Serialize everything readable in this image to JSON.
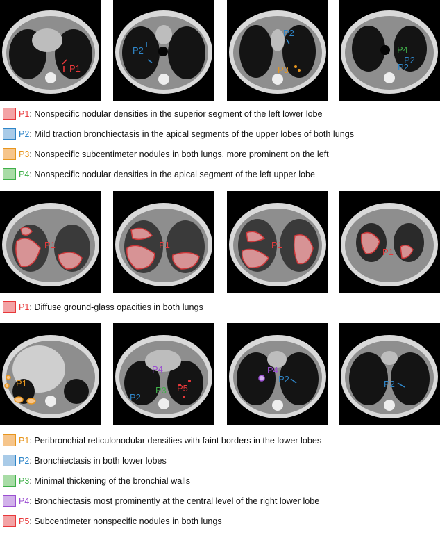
{
  "colors": {
    "red": "#e8383a",
    "blue": "#2f86c9",
    "orange": "#e8961e",
    "green": "#40b04a",
    "purple": "#9b4fd1",
    "red_fill": "#f3a3a5",
    "blue_fill": "#a9cbe8",
    "orange_fill": "#f6c58b",
    "green_fill": "#a8dca6",
    "purple_fill": "#d1b1ea"
  },
  "row1": {
    "images": [
      {
        "labels": [
          "P1"
        ]
      },
      {
        "labels": [
          "P2"
        ]
      },
      {
        "labels": [
          "P2",
          "P3"
        ]
      },
      {
        "labels": [
          "P4",
          "P2",
          "P2"
        ]
      }
    ],
    "legend": [
      {
        "id": "P1",
        "color": "red",
        "text": ": Nonspecific nodular densities in the superior segment of the left lower lobe"
      },
      {
        "id": "P2",
        "color": "blue",
        "text": ": Mild traction bronchiectasis in the apical segments of the upper lobes of both lungs"
      },
      {
        "id": "P3",
        "color": "orange",
        "text": ": Nonspecific subcentimeter nodules in both lungs, more prominent on the left"
      },
      {
        "id": "P4",
        "color": "green",
        "text": ": Nonspecific nodular densities in the apical segment of the left upper lobe"
      }
    ]
  },
  "row2": {
    "images": [
      {
        "labels": [
          "P1"
        ]
      },
      {
        "labels": [
          "P1"
        ]
      },
      {
        "labels": [
          "P1"
        ]
      },
      {
        "labels": [
          "P1"
        ]
      }
    ],
    "legend": [
      {
        "id": "P1",
        "color": "red",
        "text": ": Diffuse ground-glass opacities in both lungs"
      }
    ]
  },
  "row3": {
    "images": [
      {
        "labels": [
          "P1"
        ]
      },
      {
        "labels": [
          "P4",
          "P3",
          "P2",
          "P5"
        ]
      },
      {
        "labels": [
          "P4",
          "P2"
        ]
      },
      {
        "labels": [
          "P2"
        ]
      }
    ],
    "legend": [
      {
        "id": "P1",
        "color": "orange",
        "text": ": Peribronchial reticulonodular densities with faint borders in the lower lobes"
      },
      {
        "id": "P2",
        "color": "blue",
        "text": ": Bronchiectasis in both lower lobes"
      },
      {
        "id": "P3",
        "color": "green",
        "text": ": Minimal thickening of the bronchial walls"
      },
      {
        "id": "P4",
        "color": "purple",
        "text": ": Bronchiectasis most prominently at the central level of the right lower lobe"
      },
      {
        "id": "P5",
        "color": "red",
        "text": ": Subcentimeter nonspecific nodules in both lungs"
      }
    ]
  }
}
